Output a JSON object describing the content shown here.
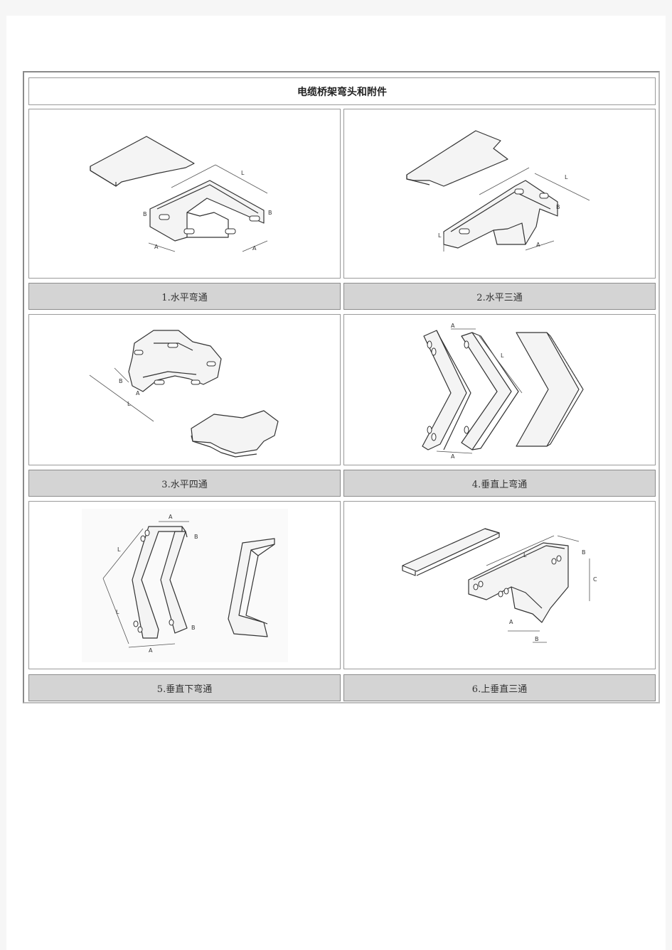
{
  "document": {
    "title": "电缆桥架弯头和附件",
    "items": [
      {
        "label": "1.水平弯通",
        "icon": "horizontal-elbow-drawing"
      },
      {
        "label": "2.水平三通",
        "icon": "horizontal-tee-drawing"
      },
      {
        "label": "3.水平四通",
        "icon": "horizontal-cross-drawing"
      },
      {
        "label": "4.垂直上弯通",
        "icon": "vertical-up-elbow-drawing"
      },
      {
        "label": "5.垂直下弯通",
        "icon": "vertical-down-elbow-drawing"
      },
      {
        "label": "6.上垂直三通",
        "icon": "vertical-tee-drawing"
      }
    ]
  }
}
